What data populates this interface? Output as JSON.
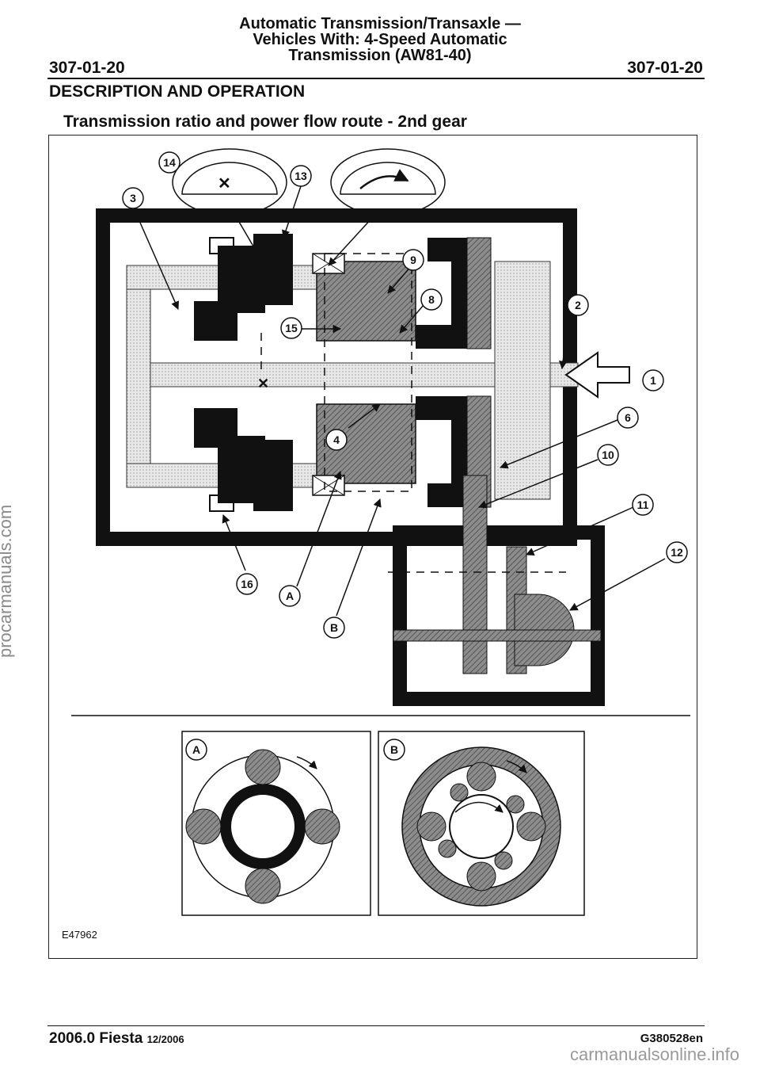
{
  "header": {
    "title_line1": "Automatic Transmission/Transaxle —",
    "title_line2": "Vehicles With: 4-Speed Automatic",
    "title_line3": "Transmission (AW81-40)",
    "page_code_left": "307-01-20",
    "page_code_right": "307-01-20"
  },
  "section_title": "DESCRIPTION AND OPERATION",
  "figure_caption": "Transmission ratio and power flow route - 2nd gear",
  "figure": {
    "id": "E47962",
    "callouts": [
      "1",
      "2",
      "3",
      "4",
      "6",
      "8",
      "9",
      "10",
      "11",
      "12",
      "13",
      "14",
      "15",
      "16",
      "A",
      "B"
    ],
    "detail_labels": [
      "A",
      "B"
    ]
  },
  "footer": {
    "model": "2006.0 Fiesta",
    "date": "12/2006",
    "doc_code": "G380528en"
  },
  "watermarks": {
    "side": "procarmanuals.com",
    "bottom": "carmanualsonline.info"
  },
  "colors": {
    "ink": "#111111",
    "hatch": "#9a9a9a",
    "light": "#e6e6e6"
  }
}
